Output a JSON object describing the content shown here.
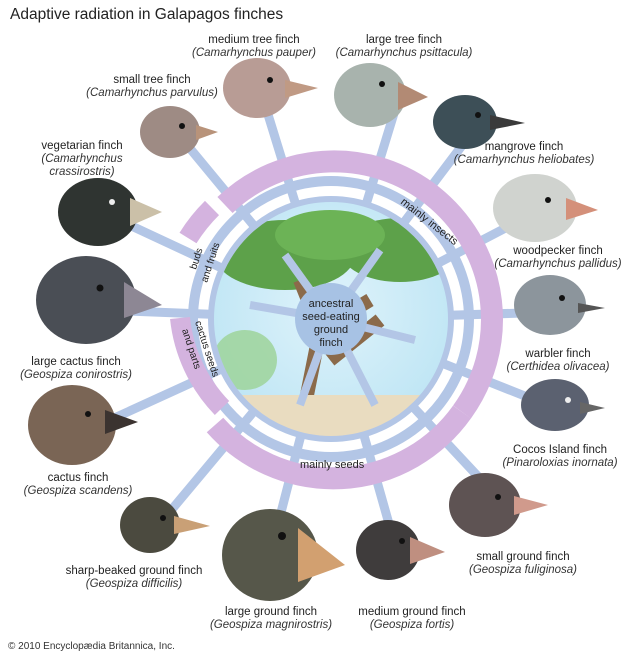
{
  "title": "Adaptive radiation in Galapagos finches",
  "center": {
    "line1": "ancestral",
    "line2": "seed-eating",
    "line3": "ground",
    "line4": "finch"
  },
  "diet_groups": {
    "insects": "mainly insects",
    "seeds": "mainly seeds",
    "buds": [
      "buds",
      "and fruits"
    ],
    "cactus": [
      "cactus seeds",
      "and parts"
    ]
  },
  "finches": [
    {
      "id": "medium-tree-finch",
      "name": "medium tree finch",
      "sci": "(Camarhynchus pauper)"
    },
    {
      "id": "large-tree-finch",
      "name": "large tree finch",
      "sci": "(Camarhynchus psittacula)"
    },
    {
      "id": "small-tree-finch",
      "name": "small tree finch",
      "sci": "(Camarhynchus parvulus)"
    },
    {
      "id": "mangrove-finch",
      "name": "mangrove finch",
      "sci": "(Camarhynchus heliobates)"
    },
    {
      "id": "vegetarian-finch",
      "name": "vegetarian finch",
      "sci1": "(Camarhynchus",
      "sci2": "crassirostris)"
    },
    {
      "id": "woodpecker-finch",
      "name": "woodpecker finch",
      "sci": "(Camarhynchus pallidus)"
    },
    {
      "id": "large-cactus-finch",
      "name": "large cactus finch",
      "sci": "(Geospiza conirostris)"
    },
    {
      "id": "warbler-finch",
      "name": "warbler finch",
      "sci": "(Certhidea olivacea)"
    },
    {
      "id": "cocos-island-finch",
      "name": "Cocos Island finch",
      "sci": "(Pinaroloxias inornata)"
    },
    {
      "id": "cactus-finch",
      "name": "cactus finch",
      "sci": "(Geospiza scandens)"
    },
    {
      "id": "small-ground-finch",
      "name": "small ground finch",
      "sci": "(Geospiza fuliginosa)"
    },
    {
      "id": "sharp-beaked-ground-finch",
      "name": "sharp-beaked ground finch",
      "sci": "(Geospiza difficilis)"
    },
    {
      "id": "large-ground-finch",
      "name": "large ground finch",
      "sci": "(Geospiza magnirostris)"
    },
    {
      "id": "medium-ground-finch",
      "name": "medium ground finch",
      "sci": "(Geospiza fortis)"
    }
  ],
  "copyright": "© 2010 Encyclopædia Britannica, Inc."
}
